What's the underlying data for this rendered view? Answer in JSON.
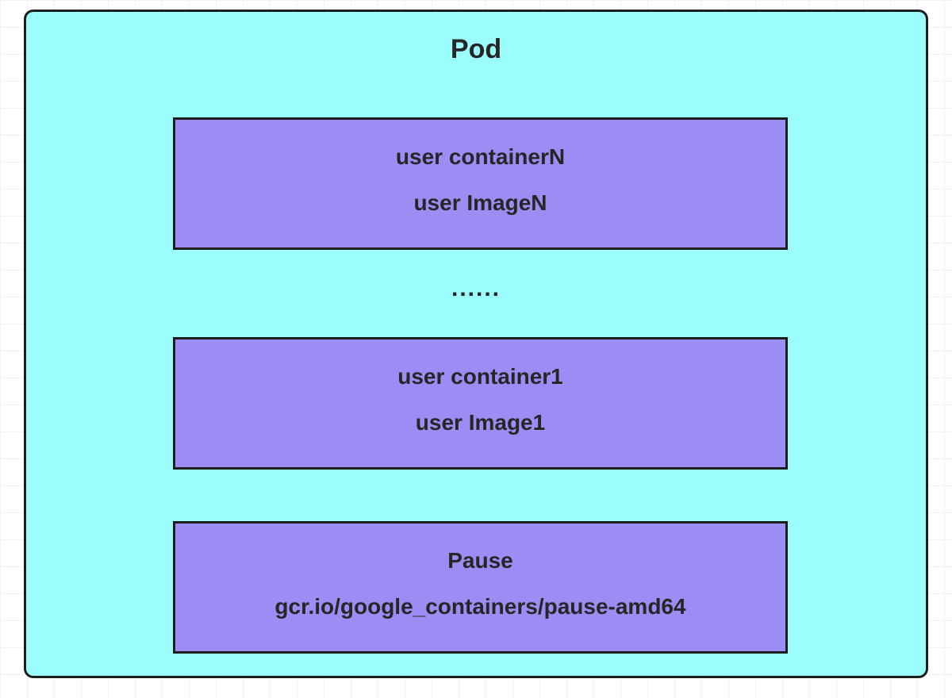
{
  "diagram": {
    "pod": {
      "title": "Pod",
      "ellipsis": "......",
      "containers": [
        {
          "name": "user containerN",
          "image": "user ImageN"
        },
        {
          "name": "user container1",
          "image": "user Image1"
        },
        {
          "name": "Pause",
          "image": "gcr.io/google_containers/pause-amd64"
        }
      ]
    },
    "colors": {
      "pod_fill": "#9cfdfd",
      "container_fill": "#9c8df5",
      "border": "#1e1e1e",
      "text": "#262626",
      "grid": "#eff1f3"
    }
  }
}
